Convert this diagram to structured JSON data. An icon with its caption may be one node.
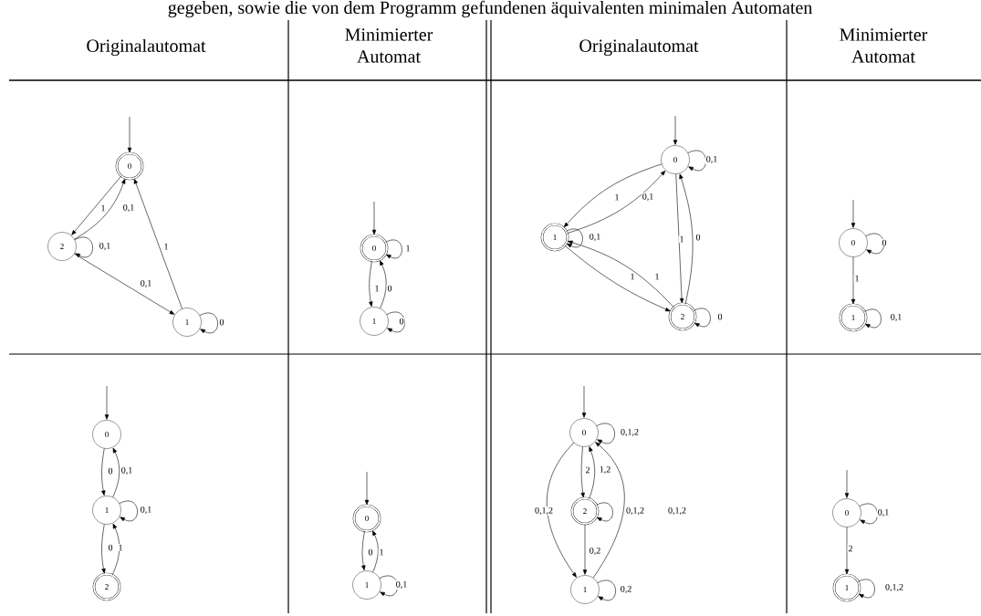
{
  "diagram": {
    "nodes": [
      {
        "text": [
          "0"
        ]
      },
      {
        "text": [
          "2"
        ]
      },
      {
        "text": [
          "1"
        ]
      },
      {
        "text": [
          "0"
        ]
      },
      {
        "text": [
          "1"
        ]
      },
      {
        "text": [
          "0"
        ]
      },
      {
        "text": [
          "1"
        ]
      },
      {
        "text": [
          "2"
        ]
      },
      {
        "text": [
          "0"
        ]
      },
      {
        "text": [
          "1"
        ]
      },
      {
        "text": [
          "0"
        ]
      },
      {
        "text": [
          "1"
        ]
      },
      {
        "text": [
          "2"
        ]
      },
      {
        "text": [
          "0"
        ]
      },
      {
        "text": [
          "1"
        ]
      },
      {
        "text": [
          "0"
        ]
      },
      {
        "text": [
          "2"
        ]
      },
      {
        "text": [
          "1"
        ]
      },
      {
        "text": [
          "0"
        ]
      },
      {
        "text": [
          "1"
        ]
      }
    ],
    "edges": [
      {
        "from": null,
        "to": 0,
        "arrow": "to"
      },
      {
        "from": 0,
        "to": 1,
        "arrow": "to",
        "label": "1"
      },
      {
        "from": 1,
        "to": 0,
        "arrow": "to",
        "label": "0,1"
      },
      {
        "from": 1,
        "to": 1,
        "arrow": "to",
        "label": "0,1"
      },
      {
        "from": 1,
        "to": 2,
        "arrow": "to",
        "label": "0,1"
      },
      {
        "from": 2,
        "to": 0,
        "arrow": "to",
        "label": "1"
      },
      {
        "from": 2,
        "to": 2,
        "arrow": "to",
        "label": "0"
      },
      {
        "from": null,
        "to": 3,
        "arrow": "to"
      },
      {
        "from": 3,
        "to": 4,
        "arrow": "to",
        "label": "1"
      },
      {
        "from": 4,
        "to": 3,
        "arrow": "to",
        "label": "0"
      },
      {
        "from": 3,
        "to": 3,
        "arrow": "to",
        "label": "1"
      },
      {
        "from": 4,
        "to": 4,
        "arrow": "to",
        "label": "0"
      },
      {
        "from": null,
        "to": 5,
        "arrow": "to"
      },
      {
        "from": 5,
        "to": 5,
        "arrow": "to",
        "label": "0,1"
      },
      {
        "from": 5,
        "to": 6,
        "arrow": "to",
        "label": "1"
      },
      {
        "from": 6,
        "to": 5,
        "arrow": "to",
        "label": "0,1"
      },
      {
        "from": 6,
        "to": 6,
        "arrow": "to",
        "label": "0,1"
      },
      {
        "from": 6,
        "to": 7,
        "arrow": "to",
        "label": "1"
      },
      {
        "from": 7,
        "to": 6,
        "arrow": "to",
        "label": "1"
      },
      {
        "from": 5,
        "to": 7,
        "arrow": "to",
        "label": "1"
      },
      {
        "from": 7,
        "to": 5,
        "arrow": "to",
        "label": "0"
      },
      {
        "from": 7,
        "to": 7,
        "arrow": "to",
        "label": "0"
      },
      {
        "from": null,
        "to": 8,
        "arrow": "to"
      },
      {
        "from": 8,
        "to": 8,
        "arrow": "to",
        "label": "0"
      },
      {
        "from": 8,
        "to": 9,
        "arrow": "to",
        "label": "1"
      },
      {
        "from": 9,
        "to": 9,
        "arrow": "to",
        "label": "0,1"
      },
      {
        "from": null,
        "to": 10,
        "arrow": "to"
      },
      {
        "from": 10,
        "to": 11,
        "arrow": "to",
        "label": "0"
      },
      {
        "from": 11,
        "to": 10,
        "arrow": "to",
        "label": "0,1"
      },
      {
        "from": 11,
        "to": 11,
        "arrow": "to",
        "label": "0,1"
      },
      {
        "from": 11,
        "to": 12,
        "arrow": "to",
        "label": "0"
      },
      {
        "from": 12,
        "to": 11,
        "arrow": "to",
        "label": "1"
      },
      {
        "from": null,
        "to": 13,
        "arrow": "to"
      },
      {
        "from": 13,
        "to": 14,
        "arrow": "to",
        "label": "0"
      },
      {
        "from": 14,
        "to": 13,
        "arrow": "to",
        "label": "1"
      },
      {
        "from": 14,
        "to": 14,
        "arrow": "to",
        "label": "0,1"
      },
      {
        "from": null,
        "to": 15,
        "arrow": "to"
      },
      {
        "from": 15,
        "to": 15,
        "arrow": "to",
        "label": "0,1,2"
      },
      {
        "from": 15,
        "to": 16,
        "arrow": "to",
        "label": "2"
      },
      {
        "from": 16,
        "to": 15,
        "arrow": "to",
        "label": "1,2"
      },
      {
        "from": 16,
        "to": 16,
        "arrow": "to",
        "label": "0,1,2"
      },
      {
        "from": 15,
        "to": 17,
        "arrow": "to",
        "label": "0,1,2"
      },
      {
        "from": 17,
        "to": 15,
        "arrow": "to",
        "label": "0,1,2"
      },
      {
        "from": 16,
        "to": 17,
        "arrow": "to",
        "label": "0,2"
      },
      {
        "from": 17,
        "to": 17,
        "arrow": "to",
        "label": "0,2"
      },
      {
        "from": null,
        "to": 18,
        "arrow": "to"
      },
      {
        "from": 18,
        "to": 18,
        "arrow": "to",
        "label": "0,1"
      },
      {
        "from": 18,
        "to": 19,
        "arrow": "to",
        "label": "2"
      },
      {
        "from": 19,
        "to": 19,
        "arrow": "to",
        "label": "0,1,2"
      }
    ],
    "labels": [
      "gegeben, sowie die von dem Programm gefundenen äquivalenten minimalen Automaten",
      "Originalautomat",
      "Minimierter Automat",
      "Originalautomat",
      "Minimierter Automat"
    ]
  }
}
